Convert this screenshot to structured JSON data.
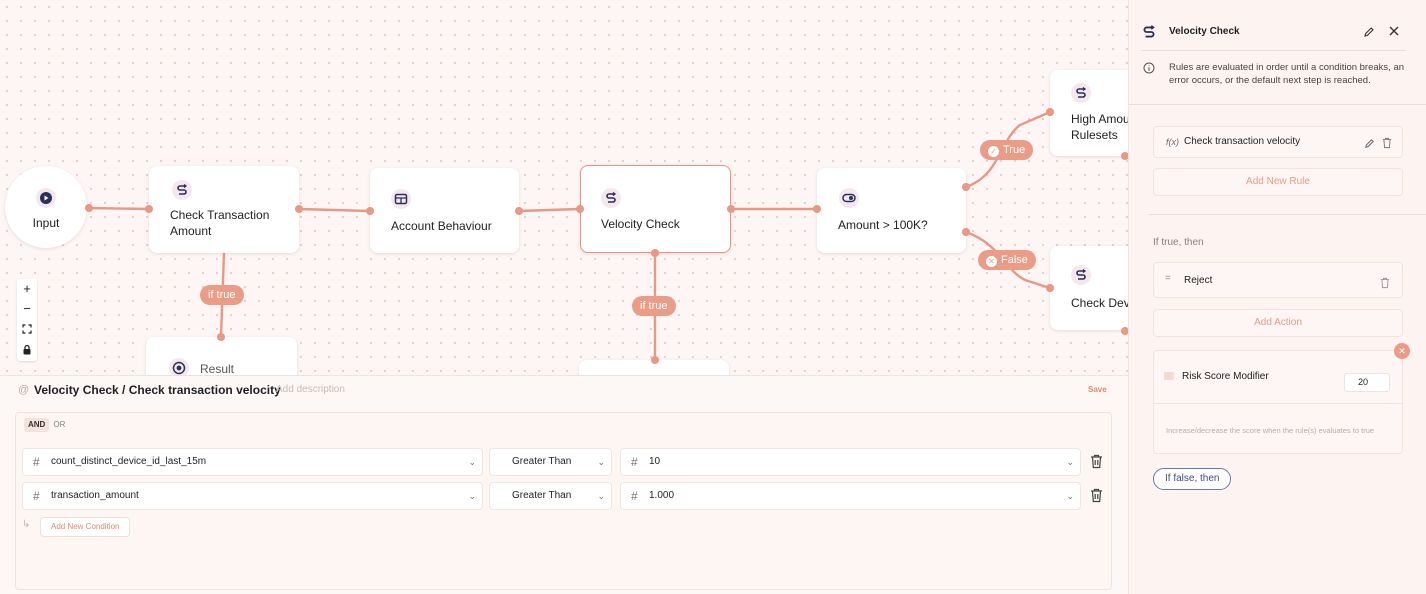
{
  "canvas": {
    "nodes": {
      "input": "Input",
      "check_transaction": "Check Transaction Amount",
      "account_behaviour": "Account Behaviour",
      "velocity_check": "Velocity Check",
      "amount_check": "Amount > 100K?",
      "high_amount": "High Amou\nRulesets",
      "check_dev": "Check Dev",
      "result": "Result"
    },
    "pills": {
      "true": "True",
      "false": "False",
      "if_true_1": "if true",
      "if_true_2": "if true"
    },
    "zoom": {
      "zoom_in": "+",
      "zoom_out": "−"
    }
  },
  "editor": {
    "title": "Velocity Check / Check transaction velocity",
    "description_placeholder": "Add description",
    "save_label": "Save",
    "operators": {
      "and": "AND",
      "or": "OR"
    },
    "conditions": [
      {
        "field": "count_distinct_device_id_last_15m",
        "operator": "Greater Than",
        "value": "10"
      },
      {
        "field": "transaction_amount",
        "operator": "Greater Than",
        "value": "1.000"
      }
    ],
    "add_condition_label": "Add New Condition"
  },
  "panel": {
    "title": "Velocity Check",
    "info": "Rules are evaluated in order until a condition breaks, an error occurs, or the default next step is reached.",
    "rule_fx": "f(x)",
    "rule_name": "Check transaction velocity",
    "add_rule_label": "Add New Rule",
    "if_true_label": "If true, then",
    "action_name": "Reject",
    "add_action_label": "Add Action",
    "modifier_name": "Risk Score Modifier",
    "modifier_value": "20",
    "modifier_help": "Increase/decrease the score when the rule(s) evaluates to true",
    "if_false_label": "If false, then"
  },
  "colors": {
    "accent": "#eb9c86",
    "canvas_bg": "#fdf6f4",
    "node_border_selected": "#e8957f",
    "icon_navy": "#2b2f5c"
  }
}
